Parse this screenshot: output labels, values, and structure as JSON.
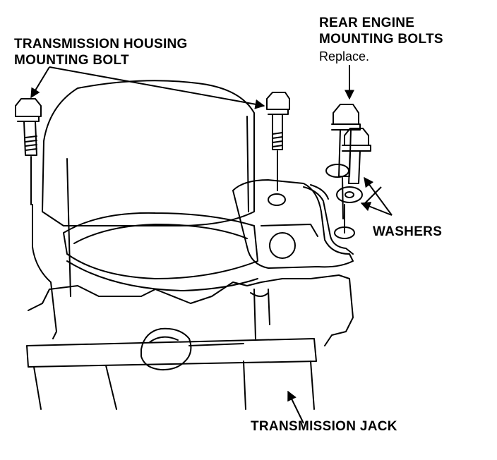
{
  "labels": {
    "transmission_housing_line1": "TRANSMISSION HOUSING",
    "transmission_housing_line2": "MOUNTING BOLT",
    "rear_engine_line1": "REAR ENGINE",
    "rear_engine_line2": "MOUNTING BOLTS",
    "rear_engine_note": "Replace.",
    "washers": "WASHERS",
    "transmission_jack": "TRANSMISSION JACK"
  },
  "colors": {
    "ink": "#000000",
    "paper": "#ffffff"
  }
}
